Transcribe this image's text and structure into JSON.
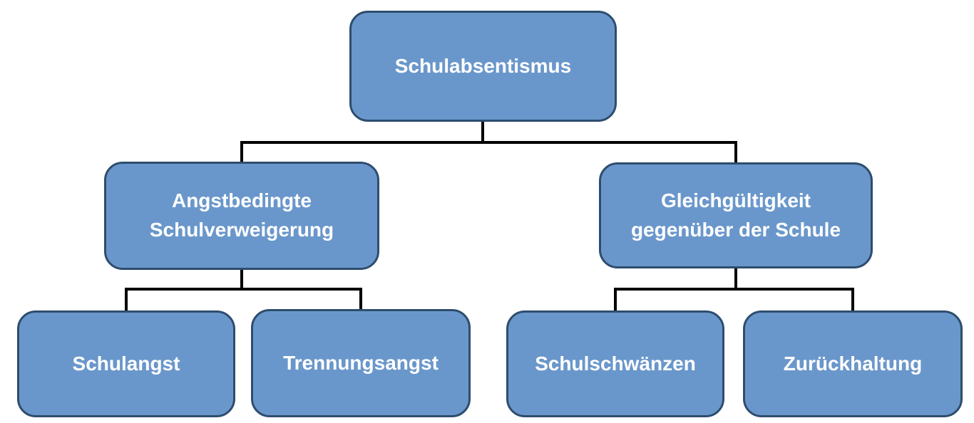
{
  "colors": {
    "background": "#ffffff",
    "node_fill": "#6a97cb",
    "node_border": "#2e4d6e",
    "node_text": "#ffffff",
    "connector": "#000000"
  },
  "tree": {
    "type": "hierarchy",
    "root": {
      "label": "Schulabsentismus"
    },
    "branches": [
      {
        "label": "Angstbedingte\nSchulverweigerung",
        "children": [
          "Schulangst",
          "Trennungsangst"
        ]
      },
      {
        "label": "Gleichgültigkeit\ngegenüber der Schule",
        "children": [
          "Schulschwänzen",
          "Zurückhaltung"
        ]
      }
    ]
  }
}
